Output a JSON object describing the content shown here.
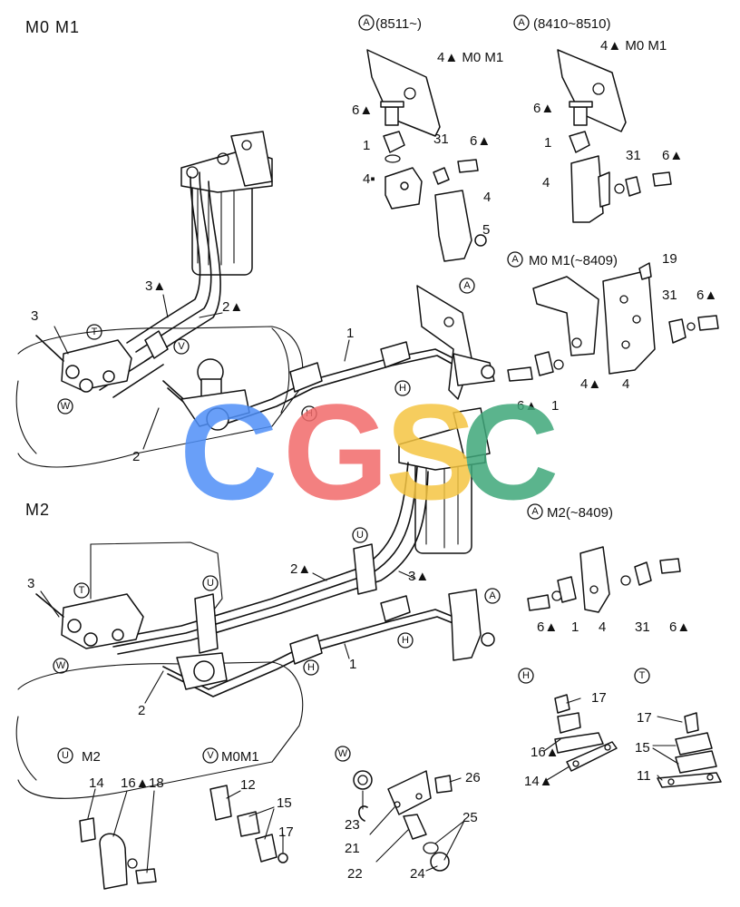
{
  "sections": {
    "main_top": "M0 M1",
    "main_bottom": "M2",
    "inset_a_8511": "(8511~)",
    "inset_a_8410": "(8410~8510)",
    "inset_a_m0m1_8409": "M0 M1(~8409)",
    "inset_a_m2_8409": "M2(~8409)",
    "inset_u": "M2",
    "inset_v": "M0M1"
  },
  "circle_markers": {
    "A": "A",
    "H": "H",
    "T": "T",
    "U": "U",
    "V": "V",
    "W": "W"
  },
  "labels": {
    "l_4a_1": "4▲ M0 M1",
    "l_6a_1": "6▲",
    "l_1_1": "1",
    "l_31_1": "31",
    "l_6a_2": "6▲",
    "l_4b": "4▪",
    "l_4_1": "4",
    "l_5": "5",
    "l_4a_2": "4▲ M0 M1",
    "l_6a_3": "6▲",
    "l_1_2": "1",
    "l_31_2": "31",
    "l_6a_4": "6▲",
    "l_4_2": "4",
    "l_19": "19",
    "l_31_3": "31",
    "l_6a_5": "6▲",
    "l_6a_6": "6▲",
    "l_1_3": "1",
    "l_4a_3": "4▲",
    "l_4_3": "4",
    "l_3_top": "3",
    "l_3a_top": "3▲",
    "l_2a_top": "2▲",
    "l_1_top": "1",
    "l_2_top": "2",
    "l_3_bot": "3",
    "l_2a_bot": "2▲",
    "l_3a_bot": "3▲",
    "l_1_bot": "1",
    "l_2_bot": "2",
    "l_6a_7": "6▲",
    "l_1_4": "1",
    "l_4_4": "4",
    "l_31_4": "31",
    "l_6a_8": "6▲",
    "l_17_h": "17",
    "l_16a_h": "16▲",
    "l_14a_h": "14▲",
    "l_17_t": "17",
    "l_15_t": "15",
    "l_11_t": "11",
    "l_14_u": "14",
    "l_16a_u": "16▲",
    "l_18_u": "18",
    "l_12_v": "12",
    "l_15_v": "15",
    "l_17_v": "17",
    "l_26_w": "26",
    "l_23_w": "23",
    "l_21_w": "21",
    "l_22_w": "22",
    "l_25_w": "25",
    "l_24_w": "24"
  },
  "watermark": {
    "letters": [
      "C",
      "G",
      "S",
      "C"
    ],
    "colors": [
      "#4f8ff7",
      "#f26b6b",
      "#f5c542",
      "#3fa77a"
    ]
  }
}
